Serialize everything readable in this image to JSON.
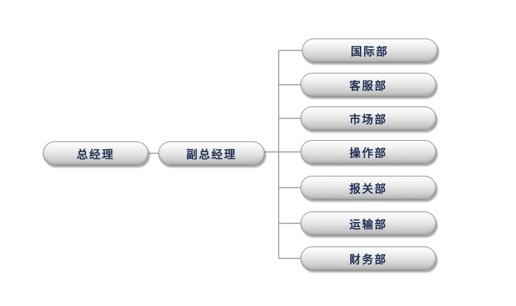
{
  "root": {
    "label": "总经理"
  },
  "deputy": {
    "label": "副总经理"
  },
  "departments": [
    {
      "label": "国际部"
    },
    {
      "label": "客服部"
    },
    {
      "label": "市场部"
    },
    {
      "label": "操作部"
    },
    {
      "label": "报关部"
    },
    {
      "label": "运输部"
    },
    {
      "label": "财务部"
    }
  ],
  "colors": {
    "connector": "#9a9a9a",
    "label_text": "#1f2f52",
    "pill_border": "#8e8e8e"
  }
}
